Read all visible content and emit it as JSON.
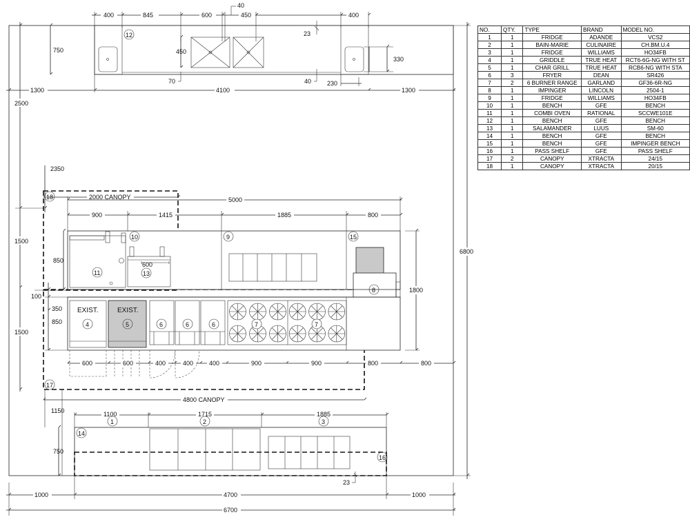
{
  "plan": {
    "dims": {
      "top_400_left": "400",
      "top_845": "845",
      "top_600": "600",
      "top_40": "40",
      "top_450": "450",
      "top_400_right": "400",
      "d23_top": "23",
      "d750_top": "750",
      "d450_sink": "450",
      "d330": "330",
      "d70": "70",
      "d40_low": "40",
      "d230": "230",
      "w1300_left": "1300",
      "w4100": "4100",
      "w1300_right": "1300",
      "h2500": "2500",
      "h6800": "6800",
      "h2350": "2350",
      "canopy_2000": "2000 CANOPY",
      "w5000": "5000",
      "r900": "900",
      "r1415": "1415",
      "r1885": "1885",
      "r800": "800",
      "h1500_a": "1500",
      "h850_a": "850",
      "h1800": "1800",
      "h100": "100",
      "h350": "350",
      "h850_b": "850",
      "h1500_b": "1500",
      "b600_a": "600",
      "b600_b": "600",
      "b400_a": "400",
      "b400_b": "400",
      "b400_c": "400",
      "b900_a": "900",
      "b900_b": "900",
      "b800_a": "800",
      "b800_b": "800",
      "canopy_4800": "4800 CANOPY",
      "h1150": "1150",
      "p1100": "1100",
      "p1715": "1715",
      "p1885": "1885",
      "h750_bot": "750",
      "d23_bot": "23",
      "w1000_left": "1000",
      "w4700": "4700",
      "w1000_right": "1000",
      "w6700": "6700",
      "dim_600_salamander": "600"
    },
    "tags": {
      "t1": "1",
      "t2": "2",
      "t3": "3",
      "t4": "4",
      "t5": "5",
      "t6a": "6",
      "t6b": "6",
      "t6c": "6",
      "t7a": "7",
      "t7b": "7",
      "t8": "8",
      "t9": "9",
      "t10": "10",
      "t11": "11",
      "t12": "12",
      "t13": "13",
      "t14": "14",
      "t15": "15",
      "t16": "16",
      "t17": "17",
      "t18": "18"
    },
    "labels": {
      "exist_a": "EXIST.",
      "exist_b": "EXIST."
    }
  },
  "schedule": {
    "headers": [
      "NO.",
      "QTY.",
      "TYPE",
      "BRAND",
      "MODEL NO."
    ],
    "rows": [
      [
        "1",
        "1",
        "FRIDGE",
        "ADANDE",
        "VCS2"
      ],
      [
        "2",
        "1",
        "BAIN-MARIE",
        "CULINAIRE",
        "CH.BM.U.4"
      ],
      [
        "3",
        "1",
        "FRIDGE",
        "WILLIAMS",
        "HO34FB"
      ],
      [
        "4",
        "1",
        "GRIDDLE",
        "TRUE HEAT",
        "RCT6-6G-NG WITH ST"
      ],
      [
        "5",
        "1",
        "CHAR GRILL",
        "TRUE HEAT",
        "RCB6-NG WITH STA"
      ],
      [
        "6",
        "3",
        "FRYER",
        "DEAN",
        "SR426"
      ],
      [
        "7",
        "2",
        "6 BURNER RANGE",
        "GARLAND",
        "GF36-6R-NG"
      ],
      [
        "8",
        "1",
        "IMPINGER",
        "LINCOLN",
        "2504-1"
      ],
      [
        "9",
        "1",
        "FRIDGE",
        "WILLIAMS",
        "HO34FB"
      ],
      [
        "10",
        "1",
        "BENCH",
        "GFE",
        "BENCH"
      ],
      [
        "11",
        "1",
        "COMBI OVEN",
        "RATIONAL",
        "SCCWE101E"
      ],
      [
        "12",
        "1",
        "BENCH",
        "GFE",
        "BENCH"
      ],
      [
        "13",
        "1",
        "SALAMANDER",
        "LUUS",
        "SM-60"
      ],
      [
        "14",
        "1",
        "BENCH",
        "GFE",
        "BENCH"
      ],
      [
        "15",
        "1",
        "BENCH",
        "GFE",
        "IMPINGER BENCH"
      ],
      [
        "16",
        "1",
        "PASS SHELF",
        "GFE",
        "PASS SHELF"
      ],
      [
        "17",
        "2",
        "CANOPY",
        "XTRACTA",
        "24/15"
      ],
      [
        "18",
        "1",
        "CANOPY",
        "XTRACTA",
        "20/15"
      ]
    ]
  }
}
